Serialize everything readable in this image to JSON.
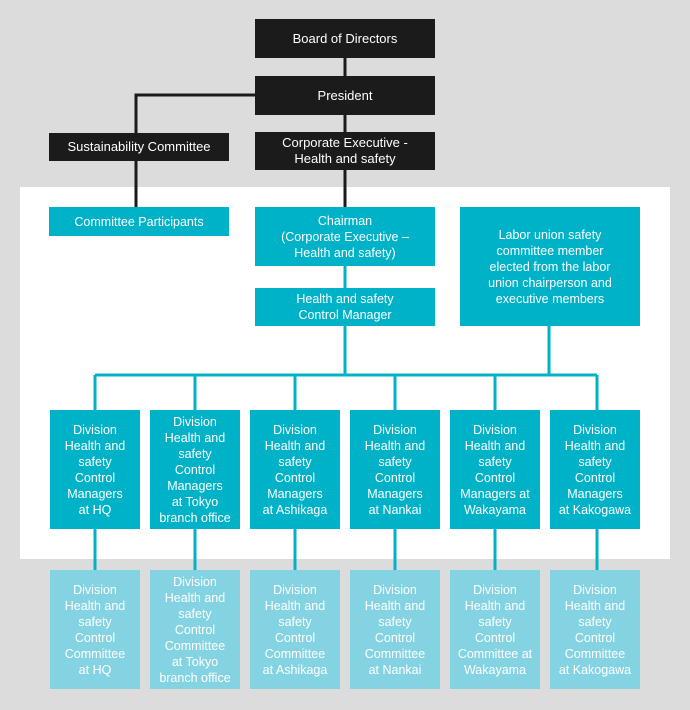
{
  "colors": {
    "background": "#dcdcdd",
    "panel": "#ffffff",
    "dark": "#1b1b1b",
    "teal": "#00b2c8",
    "light_teal": "#84d3e3",
    "connector": "#1b1b1b",
    "connector_teal": "#00b2c8"
  },
  "top": {
    "board": "Board of Directors",
    "president": "President",
    "sustainability": "Sustainability Committee",
    "corp_exec": "Corporate Executive -\nHealth and safety"
  },
  "middle": {
    "participants": "Committee Participants",
    "chairman": "Chairman\n(Corporate Executive –\nHealth and safety)",
    "control_manager": "Health and safety\nControl Manager",
    "labor_union": "Labor union safety\ncommittee member\nelected from the labor\nunion chairperson and\nexecutive members"
  },
  "division_managers": [
    "Division\nHealth and\nsafety\nControl\nManagers\nat HQ",
    "Division\nHealth and\nsafety\nControl\nManagers\nat Tokyo\nbranch office",
    "Division\nHealth and\nsafety\nControl\nManagers\nat Ashikaga",
    "Division\nHealth and\nsafety\nControl\nManagers\nat Nankai",
    "Division\nHealth and\nsafety\nControl\nManagers at\nWakayama",
    "Division\nHealth and\nsafety\nControl\nManagers\nat Kakogawa"
  ],
  "division_committees": [
    "Division\nHealth and\nsafety\nControl\nCommittee\nat HQ",
    "Division\nHealth and\nsafety\nControl\nCommittee\nat Tokyo\nbranch office",
    "Division\nHealth and\nsafety\nControl\nCommittee\nat Ashikaga",
    "Division\nHealth and\nsafety\nControl\nCommittee\nat Nankai",
    "Division\nHealth and\nsafety\nControl\nCommittee at\nWakayama",
    "Division\nHealth and\nsafety\nControl\nCommittee\nat Kakogawa"
  ]
}
